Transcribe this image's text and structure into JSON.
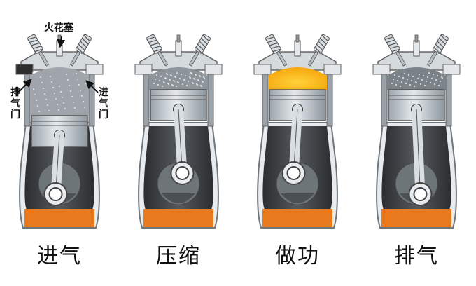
{
  "stages": [
    {
      "label": "进气",
      "chamber": "mixture",
      "piston": "low"
    },
    {
      "label": "压缩",
      "chamber": "compressed",
      "piston": "high"
    },
    {
      "label": "做功",
      "chamber": "combustion",
      "piston": "high"
    },
    {
      "label": "排气",
      "chamber": "exhaust",
      "piston": "high"
    }
  ],
  "callouts": {
    "spark_plug": "火花塞",
    "exhaust_valve": "排气门",
    "intake_valve": "进气门"
  },
  "colors": {
    "oil": "#e8791c",
    "combustion": "#f7a80f",
    "metal": "#c9d0d6",
    "block": "#9aa3aa",
    "crankcase": "#3a3d40",
    "mixture": "#9fa5aa"
  },
  "icons": [
    "spark-plug-icon",
    "valve-spring-icon",
    "piston-icon",
    "connecting-rod-icon",
    "crankshaft-icon"
  ]
}
